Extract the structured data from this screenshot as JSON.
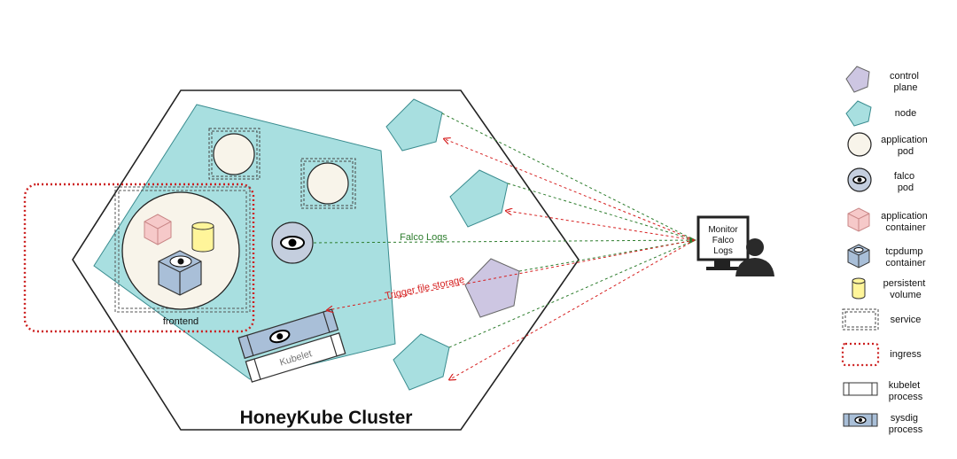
{
  "cluster": {
    "title": "HoneyKube Cluster",
    "frontend_label": "frontend",
    "kubelet_label": "Kubelet"
  },
  "monitor": {
    "lines": [
      "Monitor",
      "Falco",
      "Logs"
    ]
  },
  "edges": {
    "falco_logs": "Falco Logs",
    "trigger_storage": "Trigger file storage"
  },
  "legend": {
    "items": [
      {
        "id": "control-plane",
        "lines": [
          "control",
          "plane"
        ]
      },
      {
        "id": "node",
        "lines": [
          "node"
        ]
      },
      {
        "id": "application-pod",
        "lines": [
          "application",
          "pod"
        ]
      },
      {
        "id": "falco-pod",
        "lines": [
          "falco",
          "pod"
        ]
      },
      {
        "id": "application-container",
        "lines": [
          "application",
          "container"
        ]
      },
      {
        "id": "tcpdump-container",
        "lines": [
          "tcpdump",
          "container"
        ]
      },
      {
        "id": "persistent-volume",
        "lines": [
          "persistent",
          "volume"
        ]
      },
      {
        "id": "service",
        "lines": [
          "service"
        ]
      },
      {
        "id": "ingress",
        "lines": [
          "ingress"
        ]
      },
      {
        "id": "kubelet-process",
        "lines": [
          "kubelet",
          "process"
        ]
      },
      {
        "id": "sysdig-process",
        "lines": [
          "sysdig",
          "process"
        ]
      }
    ]
  },
  "colors": {
    "node_fill": "#a8dfe0",
    "node_stroke": "#3a8c8f",
    "control_plane_fill": "#cdc6e2",
    "pod_fill": "#f8f4ea",
    "falco_fill": "#c4cede",
    "green_edge": "#2e7d2e",
    "red_edge": "#d62020",
    "ingress": "#cc1f1f",
    "container_red": "#f6c9c9",
    "volume_yellow": "#fff59a",
    "tcpdump_blue": "#a9bfd8"
  }
}
